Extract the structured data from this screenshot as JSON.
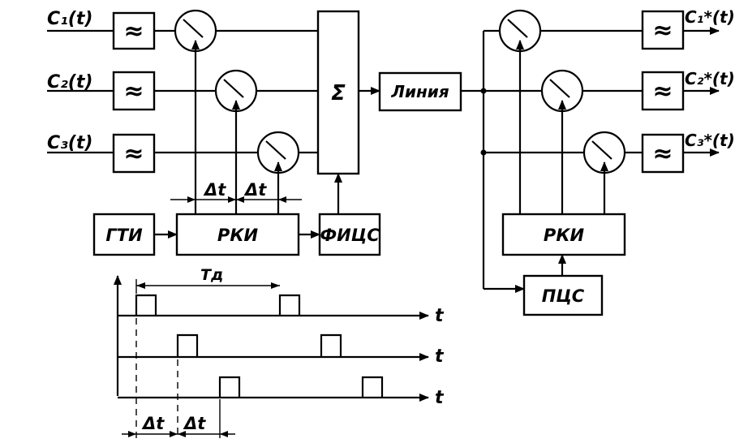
{
  "inputs": {
    "c1": "C₁(t)",
    "c2": "C₂(t)",
    "c3": "C₃(t)"
  },
  "outputs": {
    "c1": "C₁*(t)",
    "c2": "C₂*(t)",
    "c3": "C₃*(t)"
  },
  "blocks": {
    "sum": "Σ",
    "line": "Линия",
    "gti": "ГТИ",
    "rki_tx": "РКИ",
    "fics": "ФИЦС",
    "rki_rx": "РКИ",
    "pcs": "ПЦС"
  },
  "filter_symbol": "≈",
  "delay_labels": {
    "top_1": "Δt",
    "top_2": "Δt",
    "bottom_1": "Δt",
    "bottom_2": "Δt"
  },
  "timing": {
    "period_label": "Tд",
    "axis_label": "t"
  }
}
